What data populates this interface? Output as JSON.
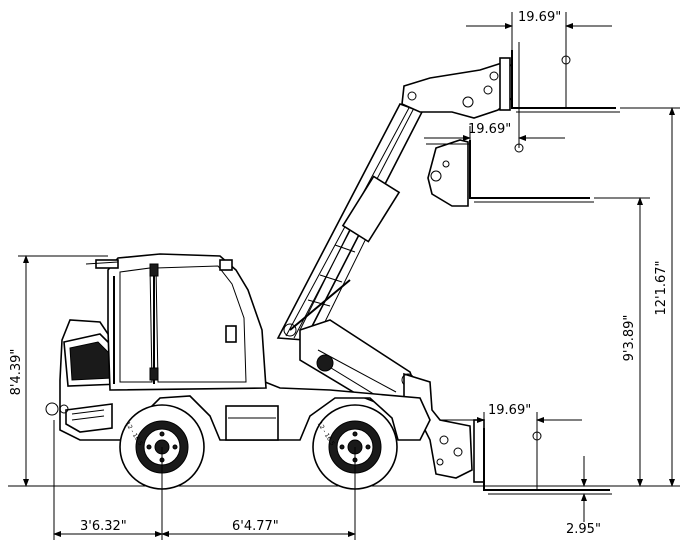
{
  "dimensions": {
    "fork_top_length": "19.69\"",
    "fork_mid_length": "19.69\"",
    "fork_low_length": "19.69\"",
    "overall_height": "8'4.39\"",
    "lift_height_mid": "9'3.89\"",
    "lift_height_max": "12'1.67\"",
    "front_overhang": "3'6.32\"",
    "wheelbase": "6'4.77\"",
    "fork_drop": "2.95\""
  },
  "tire_label": "12 - 16.5"
}
